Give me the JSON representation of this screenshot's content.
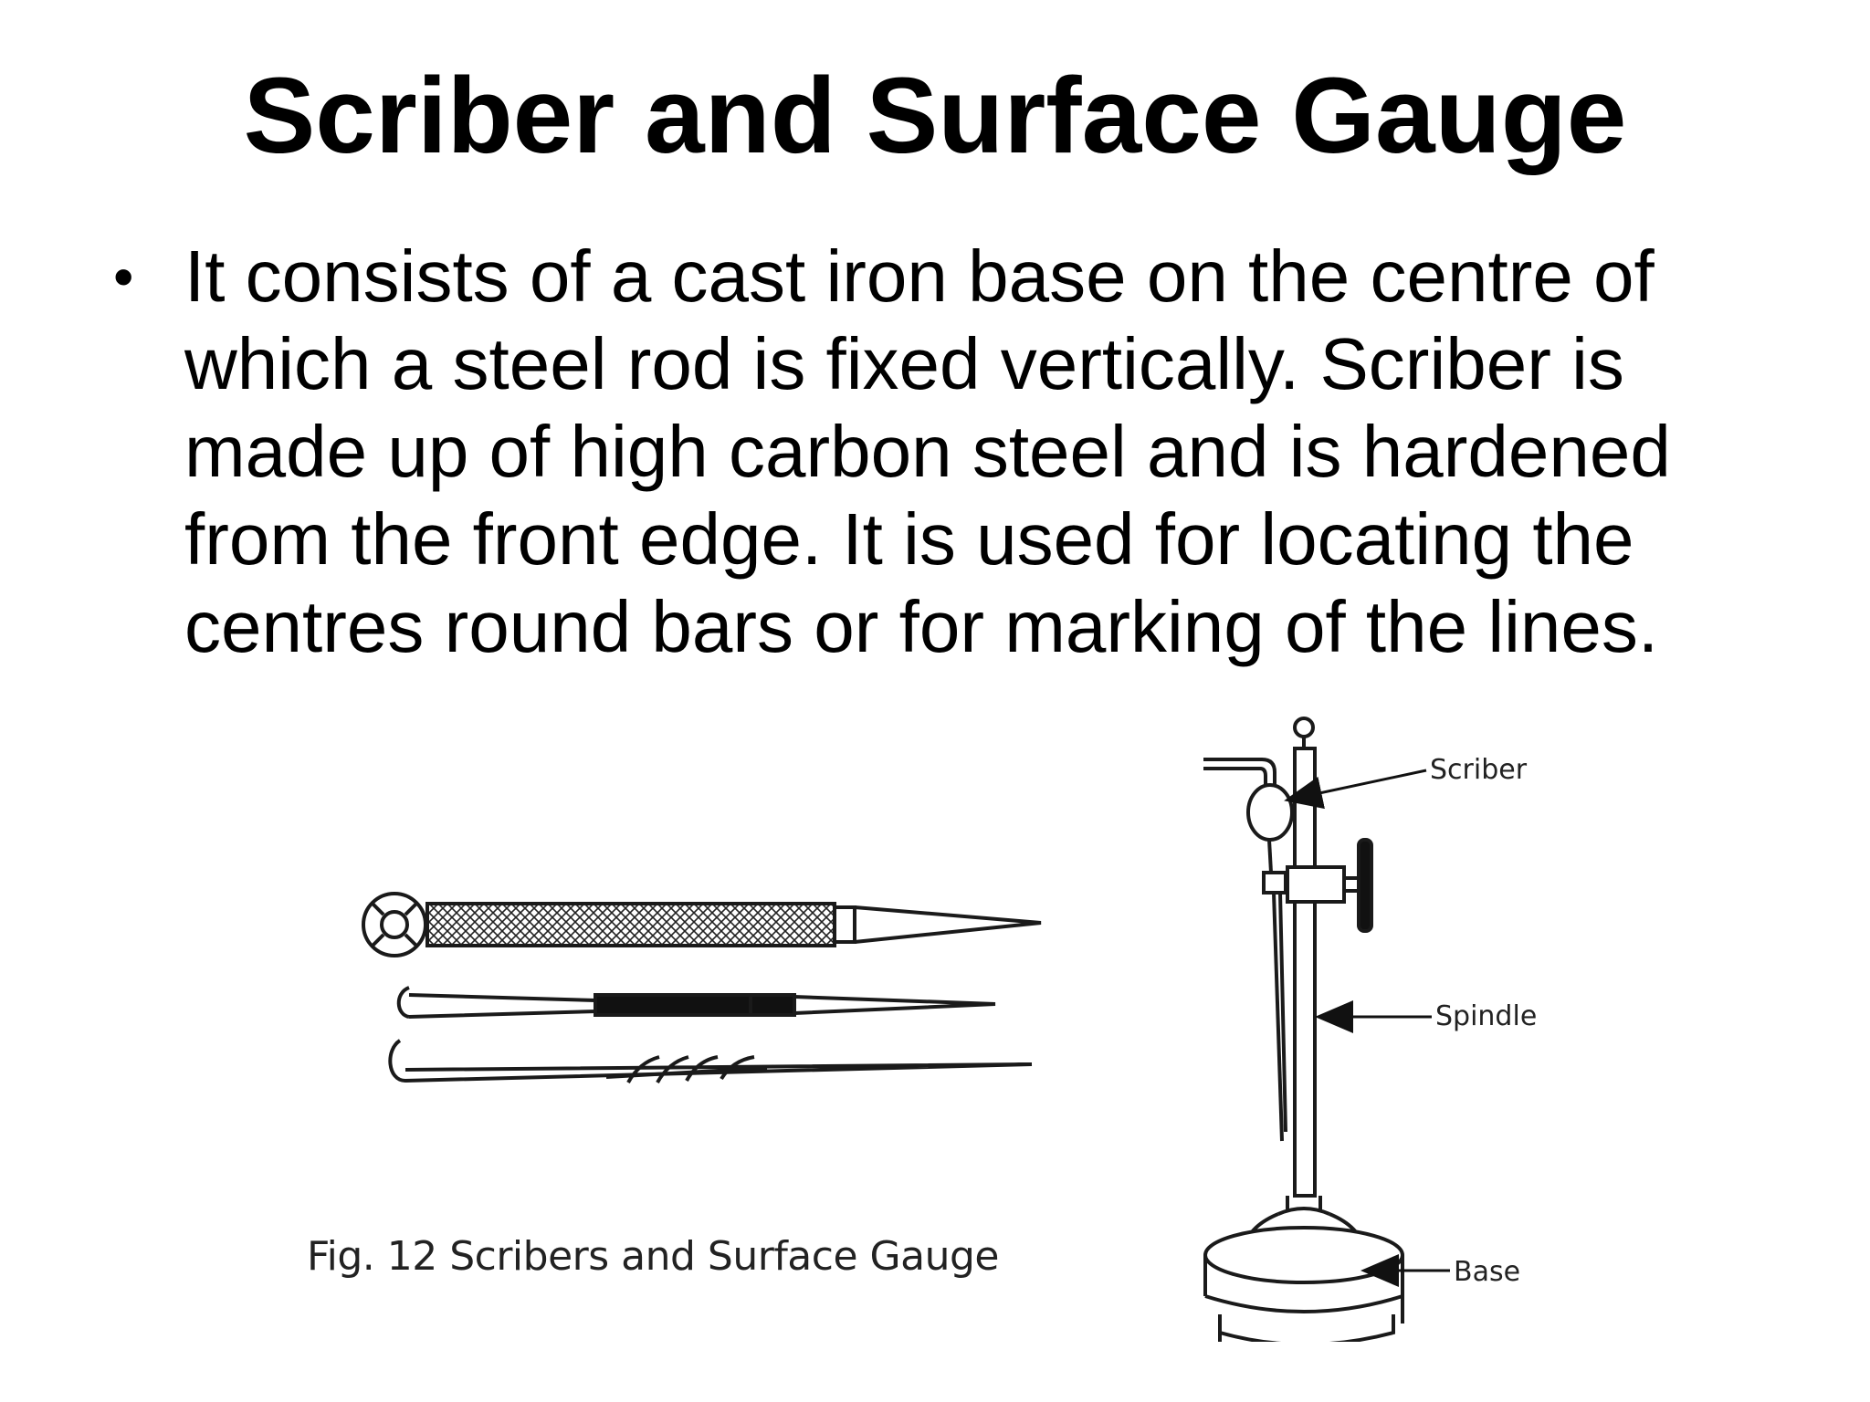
{
  "slide": {
    "title": "Scriber and Surface Gauge",
    "bullets": [
      {
        "marker": "•",
        "text": "It consists of a cast iron base on the centre of which a steel rod is fixed vertically. Scriber is made up of high carbon steel and is hardened from the front edge. It is used for locating the centres round bars or for marking of the lines."
      }
    ]
  },
  "figure": {
    "caption": "Fig. 12 Scribers and Surface Gauge",
    "labels": {
      "scriber": "Scriber",
      "spindle": "Spindle",
      "base": "Base"
    }
  },
  "colors": {
    "text": "#000000",
    "background": "#ffffff",
    "drawing_line": "#1a1a1a"
  }
}
